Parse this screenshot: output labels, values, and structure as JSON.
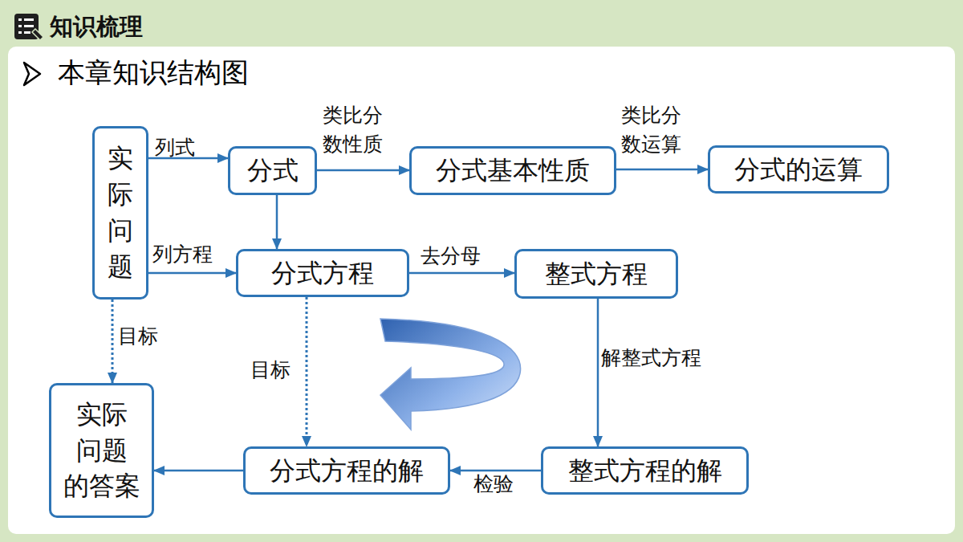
{
  "diagram": {
    "title": "本章知识结构图",
    "nodes": [
      {
        "text": [
          "实 际 问 题"
        ]
      },
      {
        "text": [
          "分式"
        ]
      },
      {
        "text": [
          "分式基本性质"
        ]
      },
      {
        "text": [
          "分式的运算"
        ]
      },
      {
        "text": [
          "分式方程"
        ]
      },
      {
        "text": [
          "整式方程"
        ]
      },
      {
        "text": [
          "实际 问题 的答案"
        ]
      },
      {
        "text": [
          "分式方程的解"
        ]
      },
      {
        "text": [
          "整式方程的解"
        ]
      }
    ],
    "edges": [
      {
        "from": 0,
        "to": 1,
        "label": "列式",
        "arrow": "to"
      },
      {
        "from": 1,
        "to": 2,
        "label": "类比分 数性质",
        "arrow": "to"
      },
      {
        "from": 2,
        "to": 3,
        "label": "类比分 数运算",
        "arrow": "to"
      },
      {
        "from": 1,
        "to": 4,
        "arrow": "to"
      },
      {
        "from": 0,
        "to": 4,
        "label": "列方程",
        "arrow": "to"
      },
      {
        "from": 4,
        "to": 5,
        "label": "去分母",
        "arrow": "to"
      },
      {
        "from": 5,
        "to": 8,
        "label": "解整式方程",
        "arrow": "to"
      },
      {
        "from": 8,
        "to": 7,
        "label": "检验",
        "arrow": "to"
      },
      {
        "from": 7,
        "to": 6,
        "arrow": "to"
      },
      {
        "from": 0,
        "to": 6,
        "label": "目标",
        "arrow": "to"
      },
      {
        "from": 4,
        "to": 7,
        "label": "目标",
        "arrow": "to"
      }
    ],
    "labels": [
      "知识梳理"
    ]
  }
}
